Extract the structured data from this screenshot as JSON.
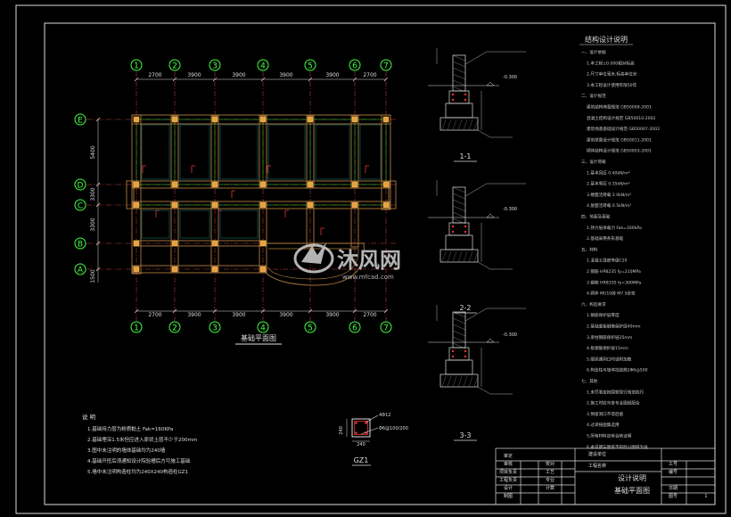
{
  "plan": {
    "grid_cols": [
      "1",
      "2",
      "3",
      "4",
      "5",
      "6",
      "7"
    ],
    "grid_rows": [
      "E",
      "D",
      "C",
      "B",
      "A"
    ],
    "dims_top": [
      "2700",
      "3900",
      "3900",
      "3900",
      "3900",
      "2700"
    ],
    "dims_bottom": [
      "2700",
      "3900",
      "3900",
      "3900",
      "3900",
      "2700"
    ],
    "dims_left": [
      "5400",
      "3300",
      "3300",
      "1500"
    ],
    "title": "基础平面图"
  },
  "notes": {
    "header": "说 明",
    "lines": [
      "1.基础持力层为粉质黏土 Fak=160KPa",
      "2.基础埋深1.5米但应进入原状土层不少于200mm",
      "3.图中未注明的墙体基础均为240墙",
      "4.基础开挖后须通知设计院验槽后方可施工基础",
      "5.墙中未注明构造柱均为240X240构造柱GZ1"
    ]
  },
  "gz1": {
    "label": "GZ1",
    "dim_w": "240",
    "dim_h": "240",
    "rebar": "4Φ12",
    "stirrup": "Φ6@100/200"
  },
  "sections": {
    "s1": {
      "label": "1-1",
      "elev": "-0.300"
    },
    "s2": {
      "label": "2-2",
      "elev": "-0.300"
    },
    "s3": {
      "label": "3-3",
      "elev": "-0.300"
    }
  },
  "spec": {
    "title": "结构设计说明",
    "lines": [
      "一、设计依据",
      "1.本工程±0.000相对标高",
      "2.尺寸单位毫米,标高单位米",
      "3.本工程设计使用年限50年",
      "二、设计规范",
      "建筑结构荷载规范 GB50009-2001",
      "混凝土结构设计规范 GB50010-2002",
      "建筑地基基础设计规范 GB50007-2002",
      "建筑抗震设计规范 GB50011-2001",
      "砌体结构设计规范 GB50003-2001",
      "三、设计荷载",
      "1.基本风压 0.40kN/m²",
      "2.基本雪压 0.35kN/m²",
      "3.楼面活荷载 2.0kN/m²",
      "4.屋面活荷载 0.5kN/m²",
      "四、地基及基础",
      "1.持力层承载力 Fak=160kPa",
      "2.基础采用条形基础",
      "五、材料",
      "1.混凝土强度等级C20",
      "2.钢筋 HPB235 fy=210MPa",
      "3.钢筋 HRB335 fy=300MPa",
      "4.砌体 MU10砖 M7.5砂浆",
      "六、构造要求",
      "1.钢筋保护层厚度",
      "2.基础底板钢筋保护层40mm",
      "3.梁柱钢筋保护层25mm",
      "4.板钢筋保护层15mm",
      "5.圈梁遇洞口时设附加筋",
      "6.构造柱与墙体拉结筋2Φ6@500",
      "七、其他",
      "1.未尽事宜按国家现行规范执行",
      "2.施工时应与各专业图纸配合",
      "3.预留洞口不得后凿",
      "4.过梁按图集选用",
      "5.所有材料应有合格证明",
      "6.本说明与图纸不符时以图纸为准"
    ]
  },
  "titleblock": {
    "unit_label": "建设单位",
    "project_label": "工程名称",
    "row_labels": [
      "审定",
      "审核",
      "项目负责",
      "工程负责",
      "设计",
      "制图"
    ],
    "mid_labels": [
      "校对",
      "工艺",
      "专业",
      "计算"
    ],
    "title_1": "设计说明",
    "title_2": "基础平面图",
    "right_labels": [
      "工号",
      "编号",
      "日期",
      "图号"
    ],
    "sheet_no": "1"
  },
  "watermark": {
    "logo_text": "沐风网",
    "url_text": "www.mfcad.com"
  }
}
